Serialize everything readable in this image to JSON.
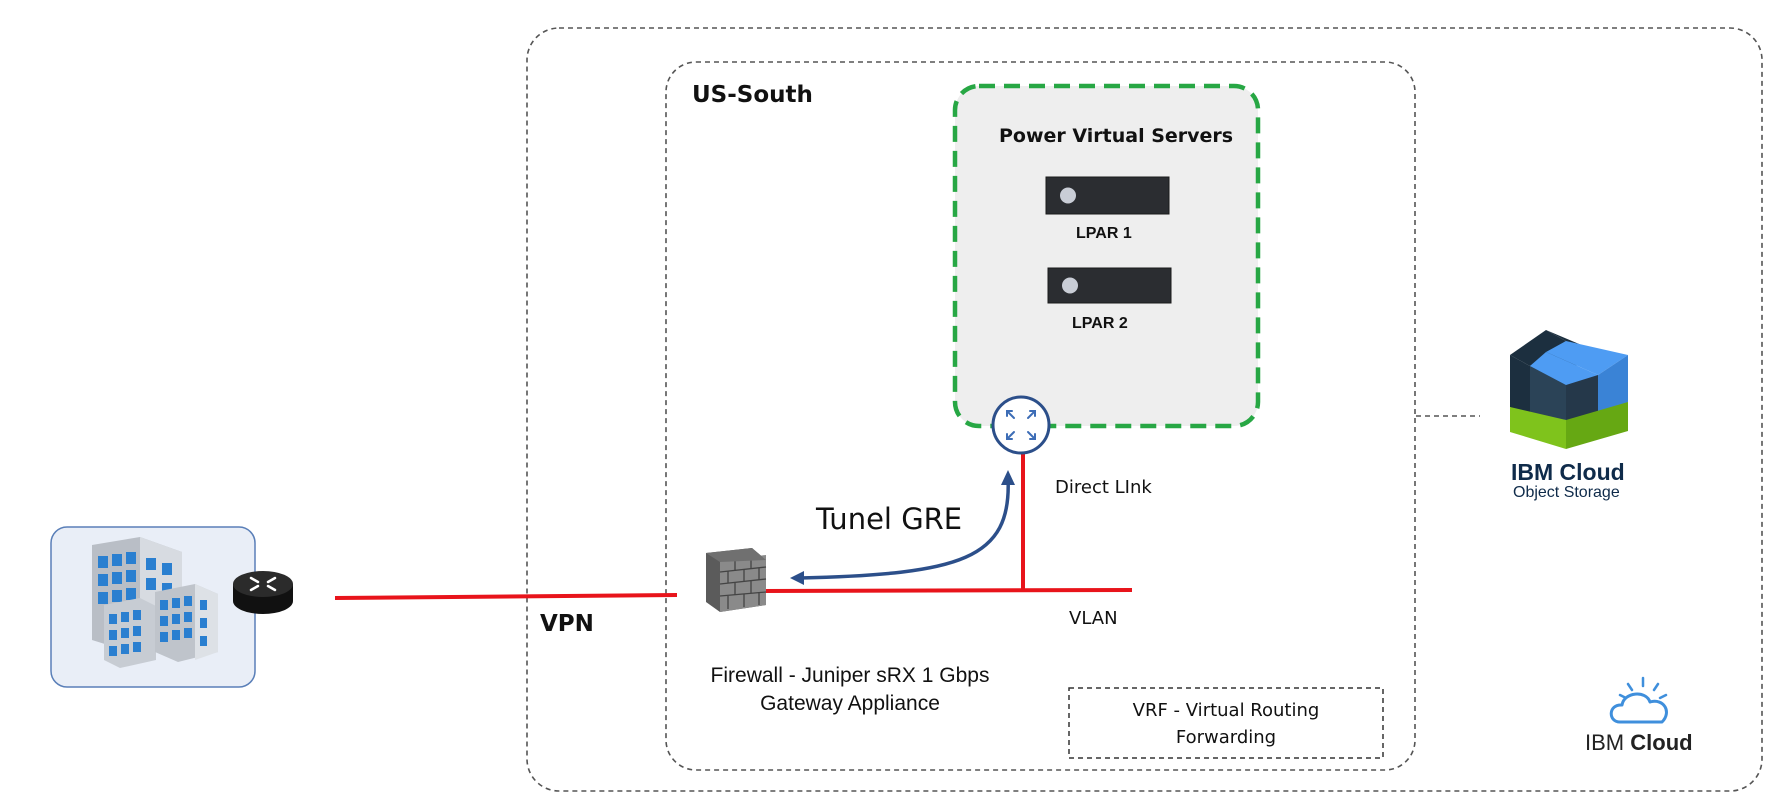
{
  "region": {
    "label": "US-South"
  },
  "pvs": {
    "title": "Power Virtual Servers",
    "servers": [
      {
        "label": "LPAR 1"
      },
      {
        "label": "LPAR 2"
      }
    ]
  },
  "links": {
    "direct_link": "Direct LInk",
    "tunnel": "Tunel GRE",
    "vlan": "VLAN",
    "vpn": "VPN"
  },
  "firewall": {
    "line1": "Firewall - Juniper sRX  1 Gbps",
    "line2": "Gateway Appliance"
  },
  "vrf": {
    "line1": "VRF - Virtual Routing",
    "line2": "Forwarding"
  },
  "cos": {
    "brand": "IBM Cloud",
    "product": "Object Storage"
  },
  "ibm_cloud": {
    "prefix": "IBM",
    "suffix": "Cloud"
  },
  "colors": {
    "link_red": "#e8141b",
    "tunnel_blue": "#2c4f8a",
    "pvs_border": "#27a744",
    "pvs_fill": "#eeeeee",
    "dashed_gray": "#555555",
    "cos_navy": "#1c2f3f",
    "cos_green": "#7fc31c",
    "cos_blue": "#4e9cf3",
    "cloud_blue": "#3f8fdc"
  }
}
